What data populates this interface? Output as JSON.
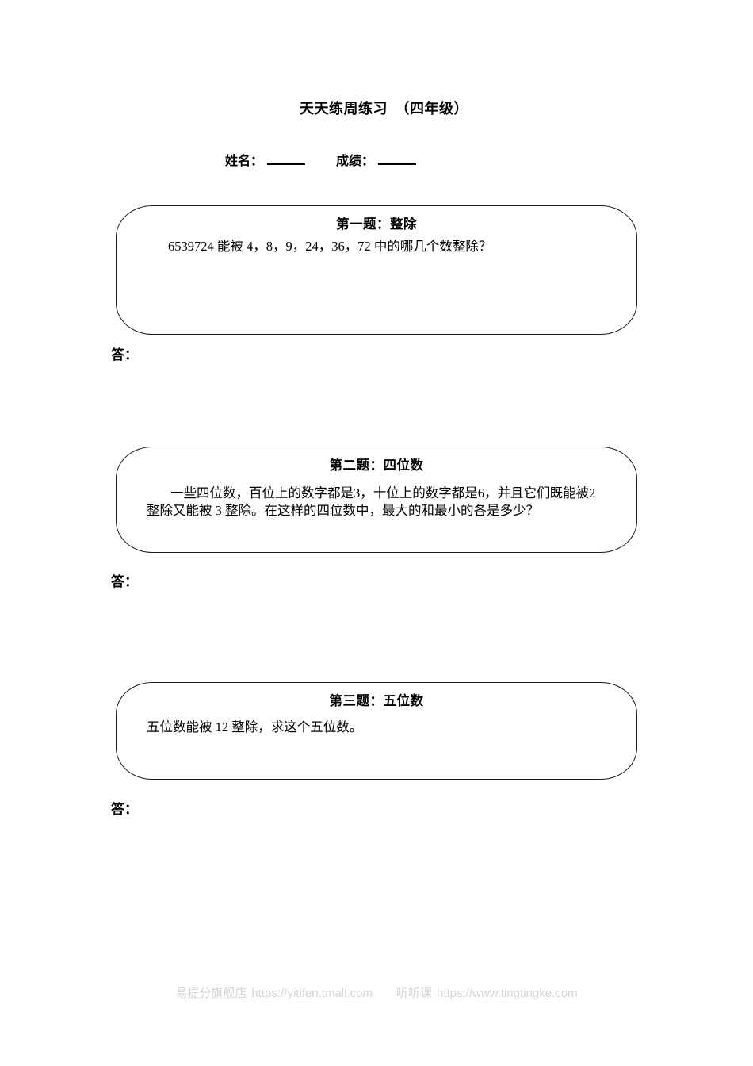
{
  "doc": {
    "title": "天天练周练习　（四年级）",
    "name_label": "姓名：",
    "score_label": "成绩：",
    "answer_label": "答：",
    "problems": [
      {
        "title": "第一题：整除",
        "body": "6539724 能被 4，8，9，24，36，72 中的哪几个数整除？"
      },
      {
        "title": "第二题：四位数",
        "body": "一些四位数，百位上的数字都是3，十位上的数字都是6，并且它们既能被2整除又能被 3 整除。在这样的四位数中，最大的和最小的各是多少？"
      },
      {
        "title": "第三题：五位数",
        "body": "五位数能被 12 整除，求这个五位数。"
      }
    ],
    "footer": {
      "shop_name": "易提分旗舰店",
      "shop_url": "https://yitifen.tmall.com",
      "course_name": "听听课",
      "course_url": "https://www.tingtingke.com"
    }
  },
  "colors": {
    "box_border": "#1a1a1a",
    "footer_text": "#d5d5d5",
    "text": "#000000"
  }
}
